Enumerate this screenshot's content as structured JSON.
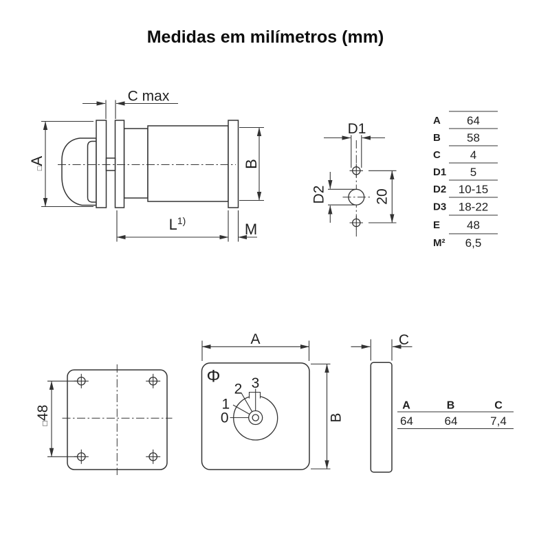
{
  "title": "Medidas em milímetros (mm)",
  "side_view": {
    "dim_c_max": "C max",
    "dim_a_square": "□",
    "dim_a": "A",
    "dim_b": "B",
    "dim_l": "L",
    "dim_l_note": "1)",
    "dim_m": "M"
  },
  "hole_view": {
    "dim_d1": "D1",
    "dim_d2": "D2",
    "dim_20": "20"
  },
  "dim_table": {
    "rows": [
      {
        "label": "A",
        "value": "64"
      },
      {
        "label": "B",
        "value": "58"
      },
      {
        "label": "C",
        "value": "4"
      },
      {
        "label": "D1",
        "value": "5"
      },
      {
        "label": "D2",
        "value": "10-15"
      },
      {
        "label": "D3",
        "value": "18-22"
      },
      {
        "label": "E",
        "value": "48"
      },
      {
        "label": "M²",
        "value": "6,5"
      }
    ]
  },
  "plate_view": {
    "dim_square": "□",
    "dim_48": "48"
  },
  "front_view": {
    "phi": "Φ",
    "positions": [
      "0",
      "1",
      "2",
      "3"
    ],
    "dim_a": "A",
    "dim_b": "B"
  },
  "side_plate_view": {
    "dim_c": "C"
  },
  "abc_table": {
    "headers": [
      "A",
      "B",
      "C"
    ],
    "values": [
      "64",
      "64",
      "7,4"
    ]
  }
}
